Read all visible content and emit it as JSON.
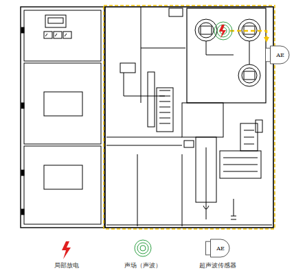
{
  "diagram": {
    "nodes": [
      {
        "text": [
          "AE"
        ]
      },
      {
        "text": [
          "AE"
        ]
      }
    ],
    "legend": [
      {
        "text": "局部放电"
      },
      {
        "text": "声场（声波）"
      },
      {
        "text": "超声波传感器"
      }
    ]
  }
}
